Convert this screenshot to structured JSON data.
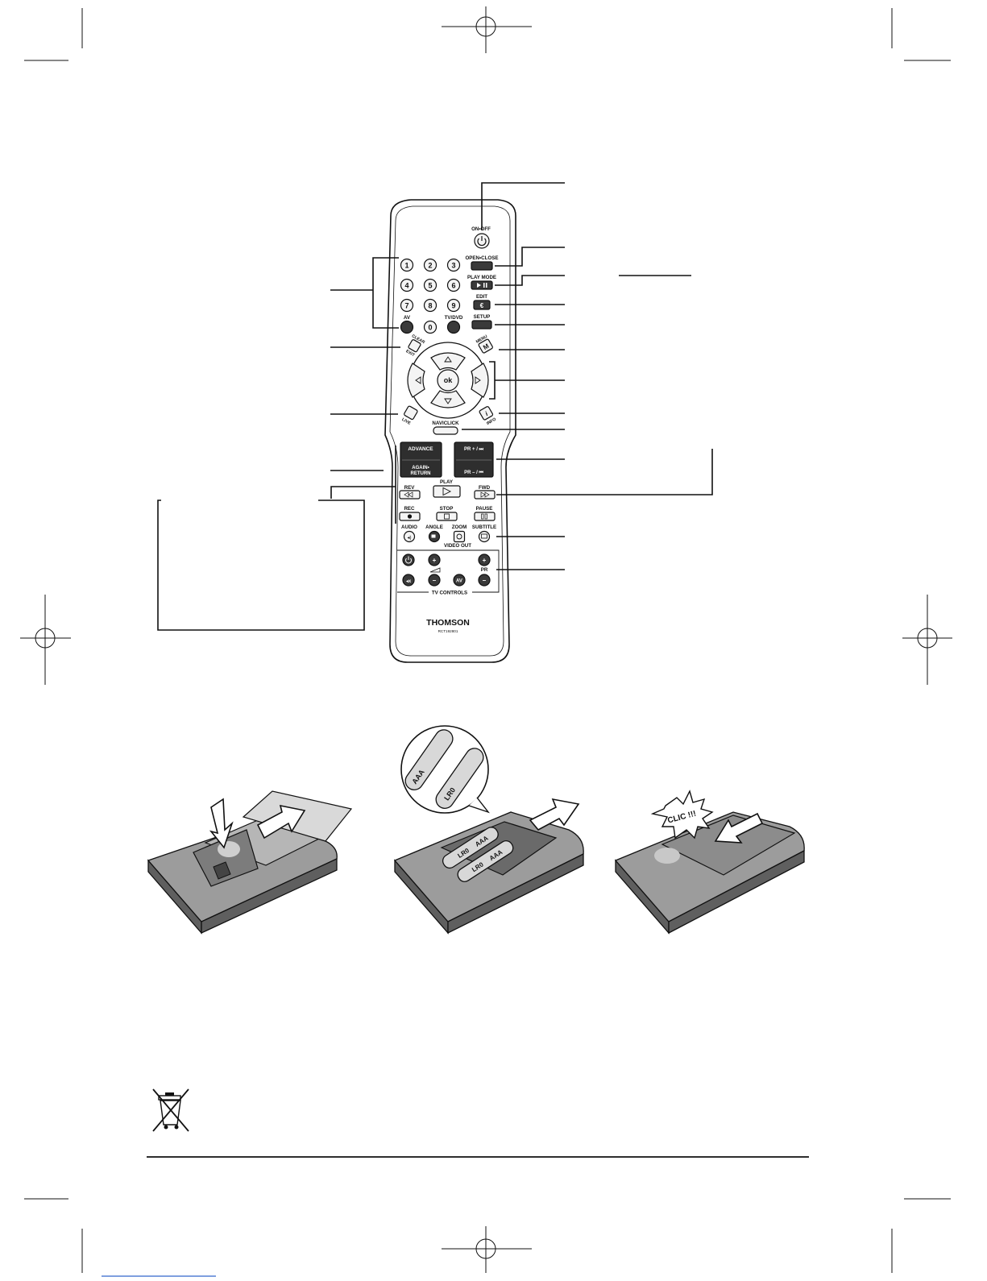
{
  "remote": {
    "buttons": {
      "on_off": "ON•OFF",
      "open_close": "OPEN•CLOSE",
      "play_mode": "PLAY MODE",
      "edit": "EDIT",
      "setup": "SETUP",
      "av": "AV",
      "tv_dvd": "TV/DVD",
      "menu": "MENU",
      "menu_glyph": "M",
      "clear": "CLEAR",
      "exit": "EXIT",
      "ok": "ok",
      "live": "LIVE",
      "info": "INFO",
      "naviclick": "NAVICLICK",
      "advance": "ADVANCE",
      "again_return_1": "AGAIN•",
      "again_return_2": "RETURN",
      "pr_plus": "PR + / ⏭",
      "pr_minus": "PR – / ⏮",
      "rev": "REV",
      "play": "PLAY",
      "fwd": "FWD",
      "rec": "REC",
      "stop": "STOP",
      "pause": "PAUSE",
      "audio": "AUDIO",
      "angle": "ANGLE",
      "zoom": "ZOOM",
      "subtitle": "SUBTITLE",
      "video_out": "VIDEO OUT",
      "tv_pr": "PR",
      "tv_av": "AV",
      "tv_plus": "+",
      "tv_minus": "–",
      "tv_controls": "TV CONTROLS"
    },
    "number_keys": [
      "1",
      "2",
      "3",
      "4",
      "5",
      "6",
      "7",
      "8",
      "9",
      "0"
    ],
    "brand": "THOMSON",
    "model": "RCT192801"
  },
  "battery_steps": {
    "battery_type": "AAA",
    "battery_code": "LR0",
    "clic_label": "CLIC !!!"
  }
}
